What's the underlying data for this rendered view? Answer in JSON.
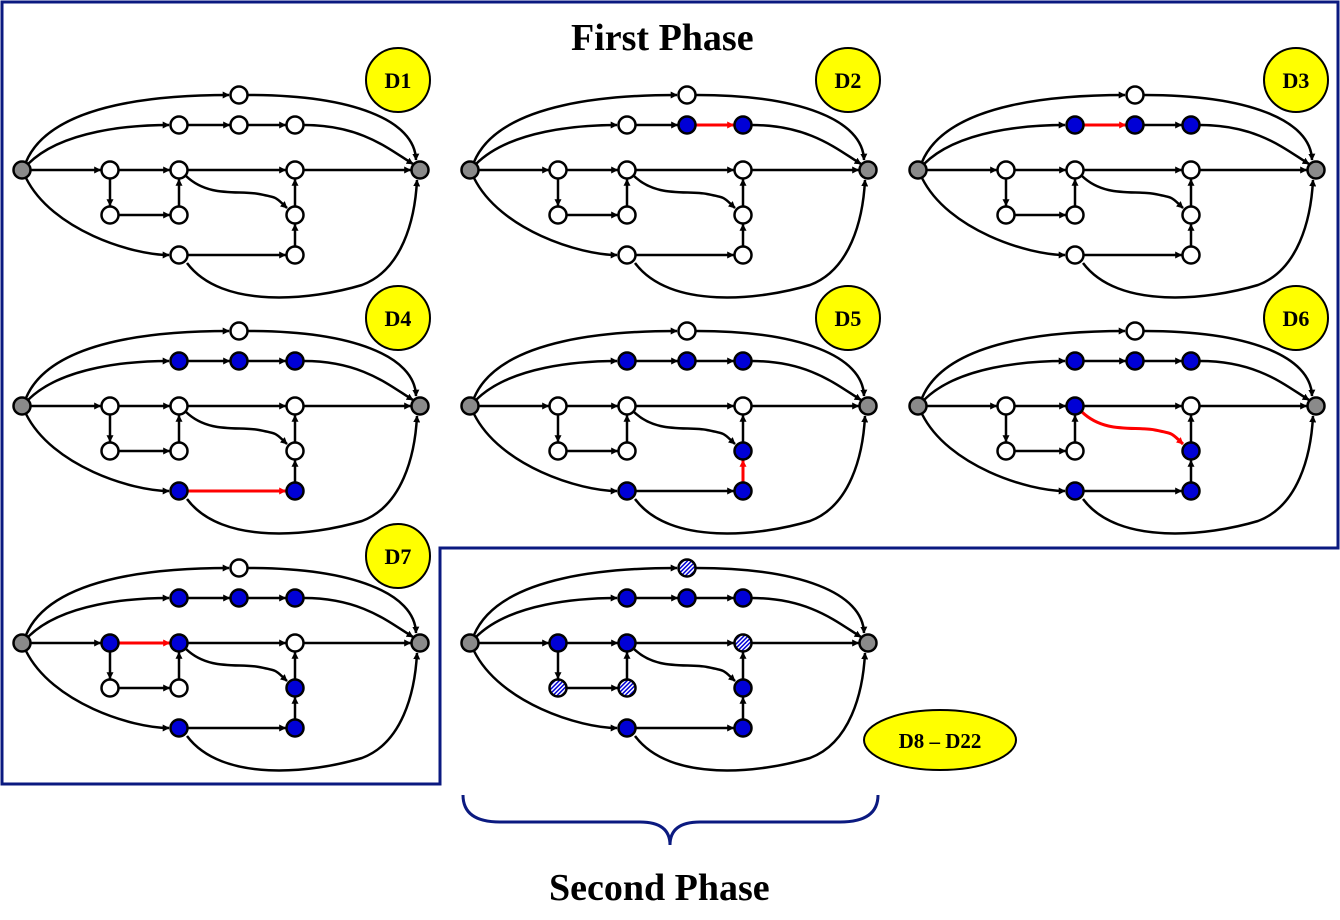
{
  "titles": {
    "first_phase": "First Phase",
    "second_phase": "Second Phase"
  },
  "colors": {
    "frame": "#0b1a80",
    "blue_node": "#0000d6",
    "gray_node": "#8a8a8a",
    "white_node": "#ffffff",
    "badge_fill": "#ffff00",
    "red_edge": "#ff0000",
    "black_edge": "#000000"
  },
  "graph": {
    "nodes": [
      "s",
      "t",
      "a",
      "b1",
      "b2",
      "b3",
      "c1",
      "c2",
      "c3",
      "d1",
      "d2",
      "e1",
      "e2"
    ],
    "edges": [
      [
        "s",
        "a"
      ],
      [
        "a",
        "t"
      ],
      [
        "s",
        "b1"
      ],
      [
        "b1",
        "b2"
      ],
      [
        "b2",
        "b3"
      ],
      [
        "b3",
        "t"
      ],
      [
        "s",
        "c1"
      ],
      [
        "c1",
        "c2"
      ],
      [
        "c2",
        "c3"
      ],
      [
        "c3",
        "t"
      ],
      [
        "c1",
        "d1"
      ],
      [
        "d1",
        "d2"
      ],
      [
        "d2",
        "c2"
      ],
      [
        "c2",
        "e2"
      ],
      [
        "s",
        "e1"
      ],
      [
        "e1",
        "e2"
      ],
      [
        "e2",
        "c3"
      ],
      [
        "e1",
        "t"
      ]
    ]
  },
  "diagrams": [
    {
      "label": "D1",
      "blue": [],
      "hatched": [],
      "red": []
    },
    {
      "label": "D2",
      "blue": [
        "b2",
        "b3"
      ],
      "hatched": [],
      "red": [
        [
          "b2",
          "b3"
        ]
      ]
    },
    {
      "label": "D3",
      "blue": [
        "b1",
        "b2",
        "b3"
      ],
      "hatched": [],
      "red": [
        [
          "b1",
          "b2"
        ]
      ]
    },
    {
      "label": "D4",
      "blue": [
        "b1",
        "b2",
        "b3",
        "e1",
        "f1"
      ],
      "hatched": [],
      "red": [
        [
          "e1",
          "f1"
        ]
      ]
    },
    {
      "label": "D5",
      "blue": [
        "b1",
        "b2",
        "b3",
        "e1",
        "f1",
        "e2"
      ],
      "hatched": [],
      "red": [
        [
          "f1",
          "e2"
        ]
      ]
    },
    {
      "label": "D6",
      "blue": [
        "b1",
        "b2",
        "b3",
        "e1",
        "f1",
        "e2",
        "c2"
      ],
      "hatched": [],
      "red": [
        [
          "c2",
          "e2"
        ]
      ]
    },
    {
      "label": "D7",
      "blue": [
        "b1",
        "b2",
        "b3",
        "e1",
        "f1",
        "e2",
        "c2",
        "c1"
      ],
      "hatched": [],
      "red": [
        [
          "c1",
          "c2"
        ]
      ]
    },
    {
      "label": "D8 – D22",
      "blue": [
        "b1",
        "b2",
        "b3",
        "e1",
        "f1",
        "e2",
        "c2",
        "c1"
      ],
      "hatched": [
        "a",
        "c3",
        "d1",
        "d2"
      ],
      "red": []
    }
  ]
}
